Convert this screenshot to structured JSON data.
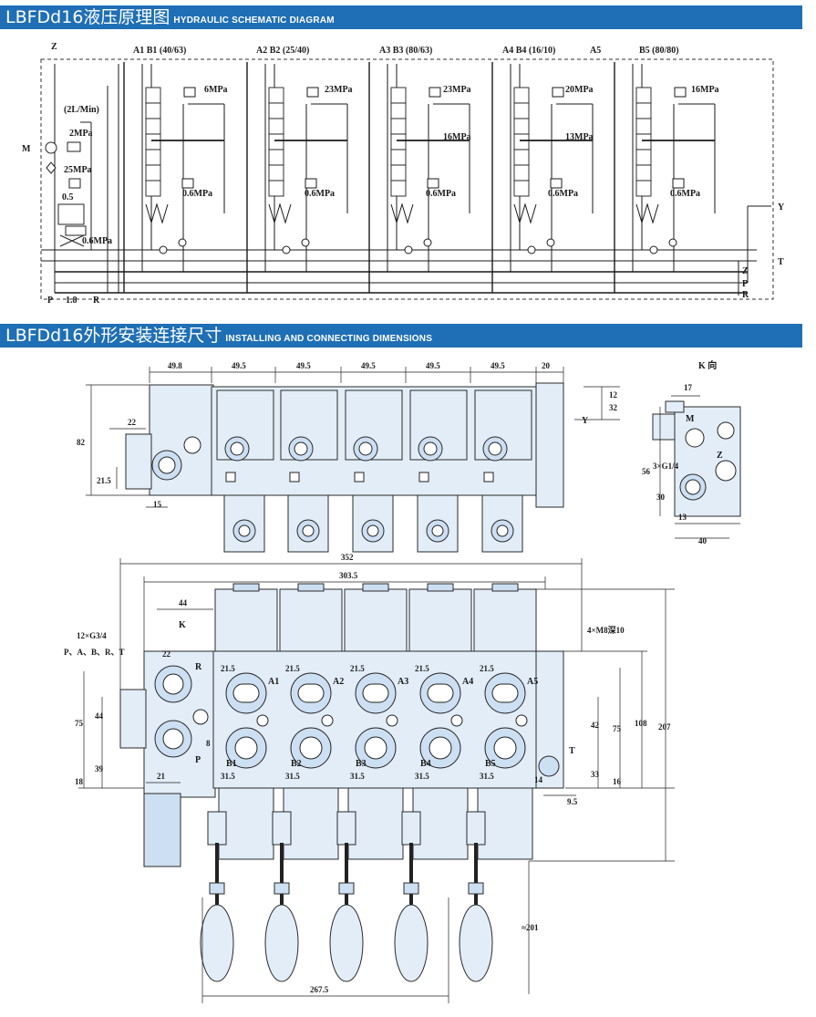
{
  "headers": {
    "schematic_title": "LBFDd16液压原理图",
    "schematic_subtitle": "HYDRAULIC SCHEMATIC DIAGRAM",
    "install_title": "LBFDd16外形安装连接尺寸",
    "install_subtitle": "INSTALLING AND CONNECTING DIMENSIONS"
  },
  "schematic": {
    "port_z": "Z",
    "port_y": "Y",
    "port_t": "T",
    "port_m": "M",
    "port_p": "P",
    "port_r": "R",
    "right_z": "Z",
    "right_p": "P",
    "right_r": "R",
    "flow": "(2L/Min)",
    "inlet_values": [
      "2MPa",
      "25MPa",
      "0.5",
      "0.6MPa"
    ],
    "bottom_dim": "1.8",
    "sections": [
      {
        "label": "A1 B1 (40/63)",
        "pressure": "6MPa",
        "sub_pressure": "",
        "pilot": "0.6MPa"
      },
      {
        "label": "A2 B2 (25/40)",
        "pressure": "23MPa",
        "sub_pressure": "",
        "pilot": "0.6MPa"
      },
      {
        "label": "A3 B3 (80/63)",
        "pressure": "23MPa",
        "sub_pressure": "16MPa",
        "pilot": "0.6MPa"
      },
      {
        "label": "A4 B4 (16/10)",
        "pressure": "20MPa",
        "sub_pressure": "13MPa",
        "pilot": "0.6MPa"
      },
      {
        "label": "B5 (80/80)",
        "pressure": "16MPa",
        "sub_pressure": "",
        "pilot": "0.6MPa"
      }
    ],
    "a5_label": "A5"
  },
  "top_view": {
    "widths": [
      "49.8",
      "49.5",
      "49.5",
      "49.5",
      "49.5",
      "49.5",
      "20"
    ],
    "left_height": "82",
    "left_22": "22",
    "left_21_5": "21.5",
    "left_15": "15",
    "right_12": "12",
    "right_32": "32",
    "y_label": "Y"
  },
  "k_view": {
    "title": "K 向",
    "dim_17": "17",
    "m_label": "M",
    "z_label": "Z",
    "g_label": "3×G1/4",
    "dim_56": "56",
    "dim_30": "30",
    "dim_13": "13",
    "dim_40": "40"
  },
  "front_view": {
    "total": "352",
    "inner": "303.5",
    "dim_44": "44",
    "k_mark": "K",
    "ports_note": "12×G3/4",
    "ports_list": "P、A、B、R、T",
    "dim_22": "22",
    "r_label": "R",
    "p_label": "P",
    "dim_8": "8",
    "left_75": "75",
    "left_44": "44",
    "left_39": "39",
    "left_18": "18",
    "dim_21": "21",
    "a_labels": [
      "A1",
      "A2",
      "A3",
      "A4",
      "A5"
    ],
    "b_labels": [
      "B1",
      "B2",
      "B3",
      "B4",
      "B5"
    ],
    "a_dim": "21.5",
    "b_dim": "31.5",
    "screw_note": "4×M8深10",
    "t_label": "T",
    "right_42": "42",
    "right_75": "75",
    "right_108": "108",
    "right_207": "207",
    "right_33": "33",
    "right_16": "16",
    "right_14": "14",
    "right_9_5": "9.5",
    "handle_201": "≈201",
    "bottom_267_5": "267.5"
  },
  "colors": {
    "banner": "#1f6fb6",
    "part_fill": "#e2edf8",
    "line": "#2a2a2a"
  }
}
